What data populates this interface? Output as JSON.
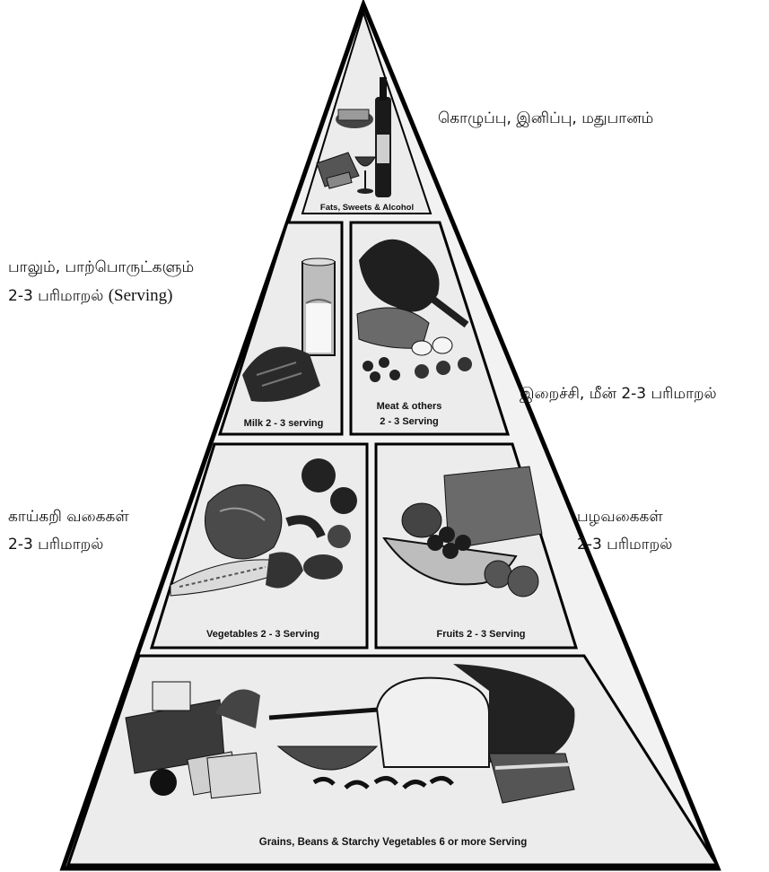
{
  "tiers": {
    "top": {
      "caption": "Fats, Sweets & Alcohol",
      "tamil": "கொழுப்பு, இனிப்பு, மதுபானம்"
    },
    "milk": {
      "caption": "Milk 2 - 3 serving",
      "tamil_line1": "பாலும், பாற்பொருட்களும்",
      "tamil_line2": "2-3 பரிமாறல்",
      "tamil_line2_en": "(Serving)"
    },
    "meat": {
      "caption_line1": "Meat & others",
      "caption_line2": "2 - 3 Serving",
      "tamil": "இறைச்சி, மீன் 2-3 பரிமாறல்"
    },
    "vegetables": {
      "caption": "Vegetables 2 - 3 Serving",
      "tamil_line1": "காய்கறி வகைகள்",
      "tamil_line2": "2-3 பரிமாறல்"
    },
    "fruits": {
      "caption": "Fruits 2 - 3 Serving",
      "tamil_line1": "பழவகைகள்",
      "tamil_line2": "2-3 பரிமாறல்"
    },
    "grains": {
      "caption": "Grains, Beans & Starchy Vegetables  6 or more Serving"
    }
  }
}
